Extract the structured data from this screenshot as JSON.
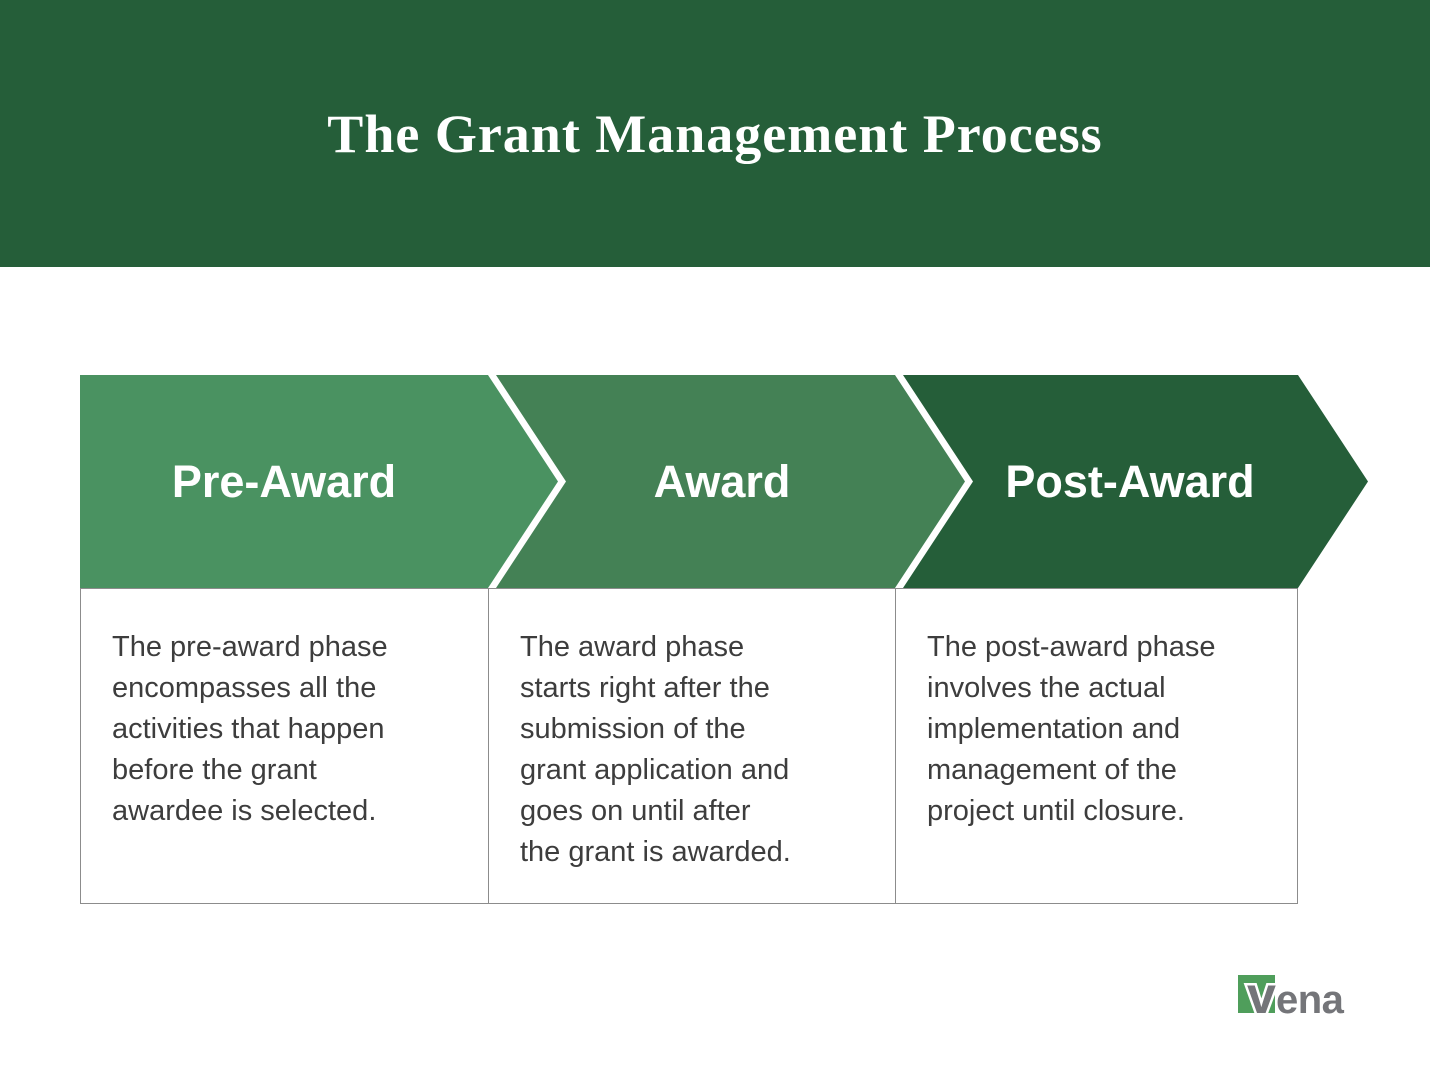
{
  "header": {
    "title": "The Grant Management Process",
    "background_color": "#255E39",
    "text_color": "#FFFFFF"
  },
  "process": {
    "phases": [
      {
        "label": "Pre-Award",
        "color": "#4A9261",
        "description_lines": [
          "The pre-award phase",
          "encompasses all the",
          "activities that happen",
          "before the grant",
          "awardee is selected."
        ]
      },
      {
        "label": "Award",
        "color": "#448155",
        "description_lines": [
          "The award phase",
          "starts right after the",
          "submission of the",
          "grant application and",
          "goes on until after",
          "the grant is awarded."
        ]
      },
      {
        "label": "Post-Award",
        "color": "#255E39",
        "description_lines": [
          "The post-award phase",
          "involves the actual",
          "implementation and",
          "management of the",
          "project until closure."
        ]
      }
    ]
  },
  "footer": {
    "logo": {
      "brand_v": "v",
      "brand_rest": "ena",
      "square_color": "#4F9E5B",
      "text_color": "#747579"
    }
  }
}
